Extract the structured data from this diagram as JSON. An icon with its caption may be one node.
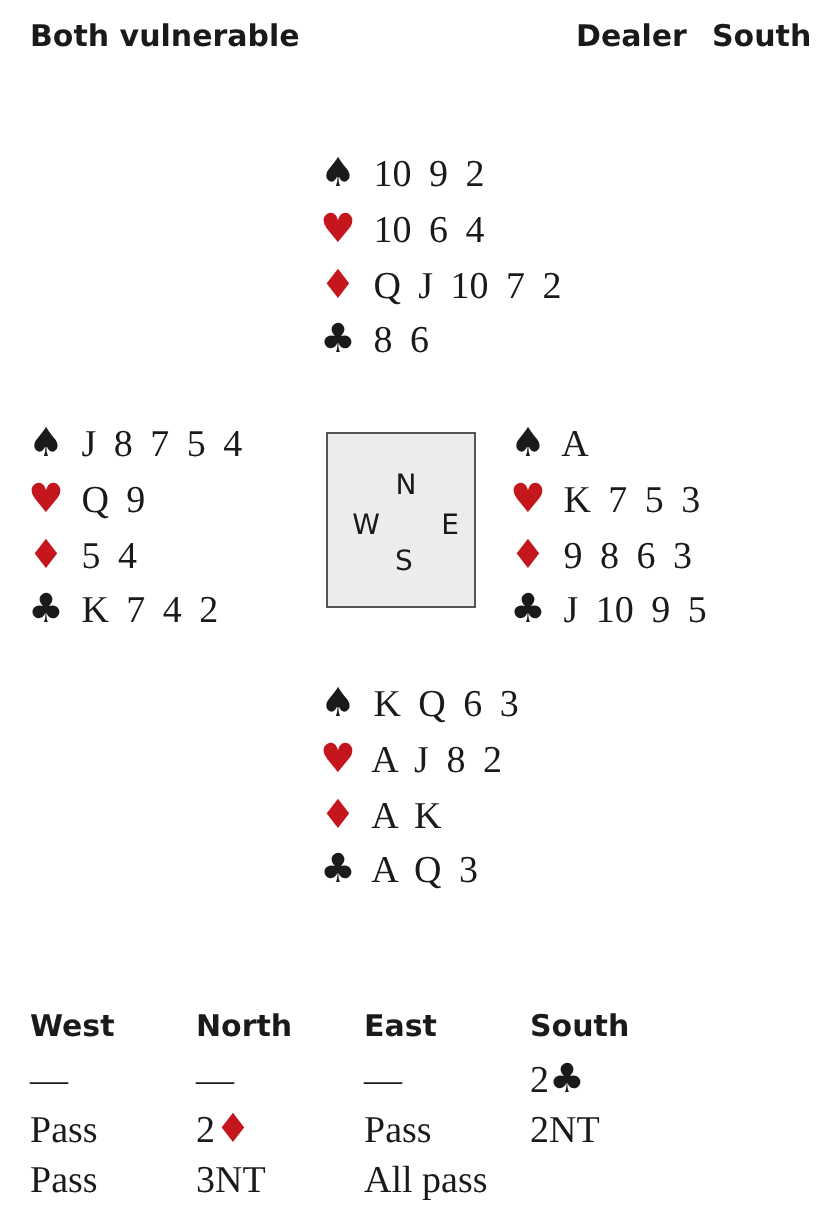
{
  "diagram": {
    "nodes": [
      {
        "text": [
          "N",
          "W",
          "E",
          "S"
        ]
      }
    ],
    "labels": [
      "Both vulnerable",
      "Dealer",
      "South",
      "♠ 10 9 2",
      "♥ 10 6 4",
      "♦ Q J 10 7 2",
      "♣ 8 6",
      "♠ J 8 7 5 4",
      "♥ Q 9",
      "♦ 5 4",
      "♣ K 7 4 2",
      "♠ A",
      "♥ K 7 5 3",
      "♦ 9 8 6 3",
      "♣ J 10 9 5",
      "♠ K Q 6 3",
      "♥ A J 8 2",
      "♦ A K",
      "♣ A Q 3",
      "West",
      "North",
      "East",
      "South",
      "—",
      "—",
      "—",
      "2♣",
      "Pass",
      "2♦",
      "Pass",
      "2NT",
      "Pass",
      "3NT",
      "All pass"
    ]
  }
}
